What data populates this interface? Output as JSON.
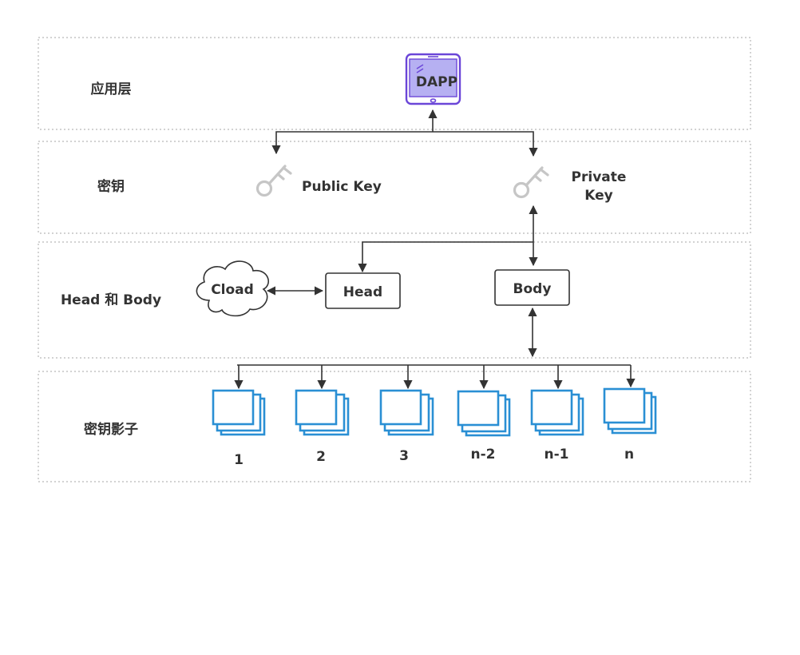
{
  "layers": {
    "application": "应用层",
    "keys": "密钥",
    "head_body": "Head 和 Body",
    "key_shadows": "密钥影子"
  },
  "dapp": {
    "label": "DAPP"
  },
  "keys": {
    "public_label": "Public Key",
    "private_label_line1": "Private",
    "private_label_line2": "Key"
  },
  "nodes": {
    "cloud": "Cload",
    "head": "Head",
    "body": "Body"
  },
  "shadows": {
    "items": [
      "1",
      "2",
      "3",
      "n-2",
      "n-1",
      "n"
    ]
  },
  "colors": {
    "dapp_frame": "#6b46d8",
    "dapp_screen": "#b6b0f2",
    "key_icon": "#c6c6c6",
    "shadow_stack": "#2a8fd4",
    "connector": "#333333"
  }
}
